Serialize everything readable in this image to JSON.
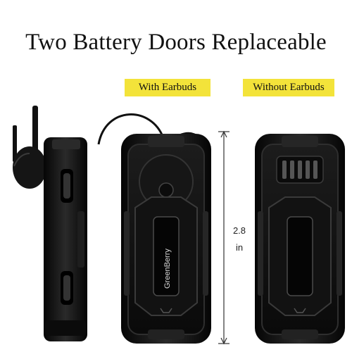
{
  "headline": "Two Battery Doors Replaceable",
  "labels": {
    "with_earbuds": "With Earbuds",
    "without_earbuds": "Without Earbuds"
  },
  "dimension": {
    "value": "2.8",
    "unit": "in"
  },
  "brand_logo_text": "GreenBerry",
  "colors": {
    "tag_background": "#f3e33a",
    "phone_body": "#111111",
    "phone_highlight": "#3a3a3a",
    "text": "#111111"
  },
  "icons": [
    "earbud-icon",
    "antenna-icon",
    "dimension-arrow-icon"
  ]
}
